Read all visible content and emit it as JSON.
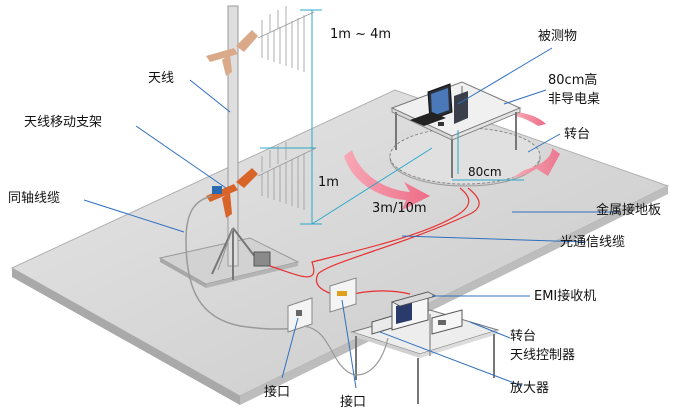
{
  "labels": {
    "antenna": "天线",
    "antenna_mast": "天线移动支架",
    "coax": "同轴线缆",
    "height_range": "1m ~ 4m",
    "height_1m": "1m",
    "distance": "3m/10m",
    "eut": "被测物",
    "table_line1": "80cm高",
    "table_line2": "非导电桌",
    "table_height": "80cm",
    "turntable": "转台",
    "ground_plane": "金属接地板",
    "fiber": "光通信线缆",
    "receiver": "EMI接收机",
    "controller_line1": "转台",
    "controller_line2": "天线控制器",
    "amplifier": "放大器",
    "port_left": "接口",
    "port_right": "接口"
  },
  "colors": {
    "plate_top": "#d4d4d4",
    "plate_side": "#b8b8b8",
    "mast": "#dcdcdc",
    "arrow_pink": "#f07a90",
    "fiber_red": "#e83030",
    "dim_cyan": "#2aa8c8",
    "leader_blue": "#3070c0",
    "clamp_orange": "#d8642a"
  }
}
